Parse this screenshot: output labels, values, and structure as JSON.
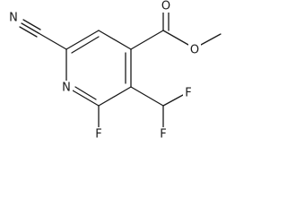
{
  "molecule": {
    "atoms": {
      "n_cyano": "N",
      "o_carbonyl": "O",
      "o_ester": "O",
      "n_ring": "N",
      "f_ring": "F",
      "f_top": "F",
      "f_bottom": "F"
    },
    "colors": {
      "bond": "#1a1a1a",
      "label": "#1a1a1a",
      "background": "#ffffff"
    }
  }
}
